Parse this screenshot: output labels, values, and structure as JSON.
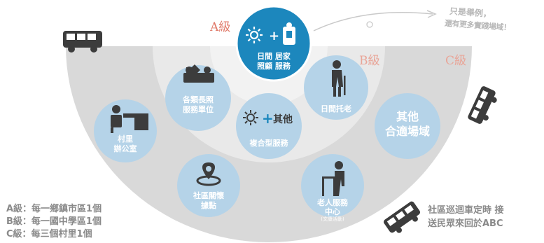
{
  "tiers": {
    "a": "A級",
    "b": "B級",
    "c": "C級"
  },
  "annotation": {
    "line1": "只是舉例，",
    "line2": "還有更多實踐場域！"
  },
  "circles": {
    "daycare_home": {
      "line1": "日間 居家",
      "line2": "照顧 服務"
    },
    "long_term_care": {
      "line1": "各類長照",
      "line2": "服務單位"
    },
    "day_care": {
      "line1": "日間托老"
    },
    "composite": {
      "other": "其他",
      "label": "複合型服務"
    },
    "other_venues": {
      "line1": "其他",
      "line2": "合適場域"
    },
    "village_office": {
      "line1": "村里",
      "line2": "辦公室"
    },
    "community_care": {
      "line1": "社區關懷",
      "line2": "據點"
    },
    "senior_center": {
      "line1": "老人服務",
      "line2": "中心",
      "sub": "(文康活動)"
    }
  },
  "legend": {
    "a": "A級：每一鄉鎮市區1個",
    "b": "B級：每一國中學區1個",
    "c": "C級：每三個村里1個"
  },
  "shuttle": {
    "line1": "社區巡迴車定時 接",
    "line2": "送民眾來回於ABC"
  },
  "colors": {
    "c_zone": "#d9d9d9",
    "b_zone": "#e9e9e9",
    "circle": "#b5d3e8",
    "a_circle": "#1c87bd",
    "tier_a": "#e07a6a",
    "tier_bc": "#e9a598",
    "text_gray": "#8a8a8a"
  }
}
